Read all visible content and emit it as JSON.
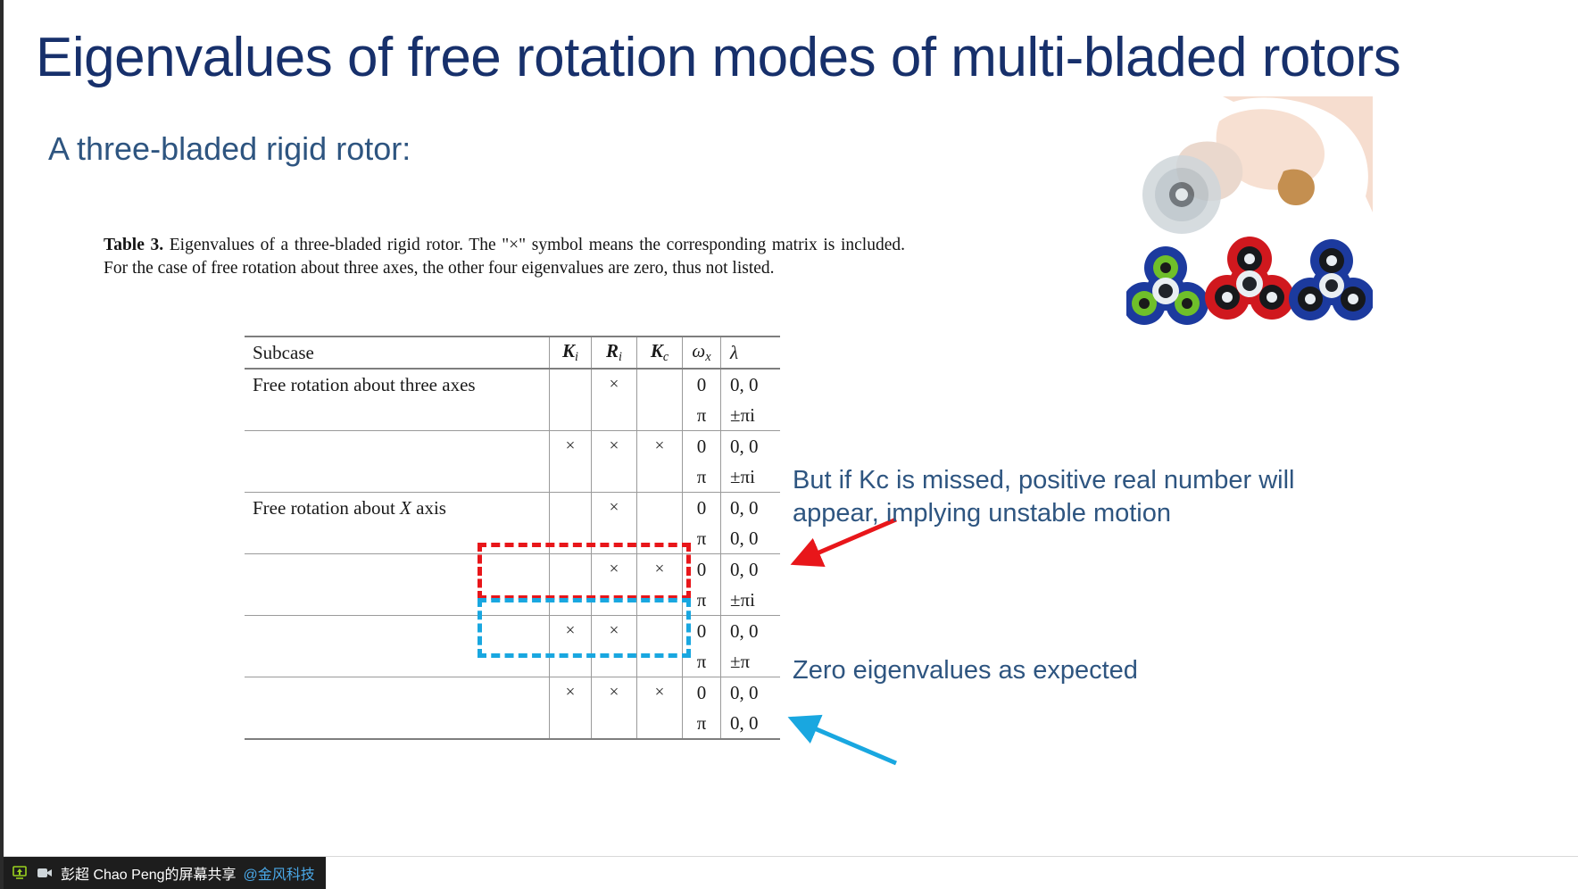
{
  "slide": {
    "title": "Eigenvalues of free rotation modes of multi-bladed rotors",
    "subtitle": "A three-bladed rigid rotor:",
    "title_color": "#17306b",
    "subtitle_color": "#2e5580"
  },
  "table_block": {
    "caption_label": "Table 3.",
    "caption_text": " Eigenvalues of a three-bladed rigid rotor. The \"×\" symbol means the corresponding matrix is included. For the case of free rotation about three axes, the other four eigenvalues are zero, thus not listed.",
    "headers": {
      "subcase": "Subcase",
      "ki": "K",
      "ki_sub": "i",
      "ri": "R",
      "ri_sub": "i",
      "kc": "K",
      "kc_sub": "c",
      "omega": "ω",
      "omega_sub": "x",
      "lambda": "λ"
    },
    "mark": "×",
    "rows": [
      {
        "subcase": "Free rotation about three axes",
        "ki": "",
        "ri": "×",
        "kc": "",
        "wx": "0",
        "lam": "0, 0",
        "group_start": true,
        "highlight": ""
      },
      {
        "subcase": "",
        "ki": "",
        "ri": "",
        "kc": "",
        "wx": "π",
        "lam": "±πi",
        "group_start": false,
        "highlight": ""
      },
      {
        "subcase": "",
        "ki": "×",
        "ri": "×",
        "kc": "×",
        "wx": "0",
        "lam": "0, 0",
        "group_start": true,
        "highlight": ""
      },
      {
        "subcase": "",
        "ki": "",
        "ri": "",
        "kc": "",
        "wx": "π",
        "lam": "±πi",
        "group_start": false,
        "highlight": ""
      },
      {
        "subcase": "Free rotation about X axis",
        "ki": "",
        "ri": "×",
        "kc": "",
        "wx": "0",
        "lam": "0, 0",
        "group_start": true,
        "highlight": ""
      },
      {
        "subcase": "",
        "ki": "",
        "ri": "",
        "kc": "",
        "wx": "π",
        "lam": "0, 0",
        "group_start": false,
        "highlight": ""
      },
      {
        "subcase": "",
        "ki": "",
        "ri": "×",
        "kc": "×",
        "wx": "0",
        "lam": "0, 0",
        "group_start": true,
        "highlight": ""
      },
      {
        "subcase": "",
        "ki": "",
        "ri": "",
        "kc": "",
        "wx": "π",
        "lam": "±πi",
        "group_start": false,
        "highlight": ""
      },
      {
        "subcase": "",
        "ki": "×",
        "ri": "×",
        "kc": "",
        "wx": "0",
        "lam": "0, 0",
        "group_start": true,
        "highlight": "red"
      },
      {
        "subcase": "",
        "ki": "",
        "ri": "",
        "kc": "",
        "wx": "π",
        "lam": "±π",
        "group_start": false,
        "highlight": "red"
      },
      {
        "subcase": "",
        "ki": "×",
        "ri": "×",
        "kc": "×",
        "wx": "0",
        "lam": "0, 0",
        "group_start": true,
        "highlight": "blue"
      },
      {
        "subcase": "",
        "ki": "",
        "ri": "",
        "kc": "",
        "wx": "π",
        "lam": "0, 0",
        "group_start": false,
        "highlight": "blue"
      }
    ],
    "subcase_x_axis_prefix": "Free rotation about ",
    "subcase_x_axis_math": "X",
    "subcase_x_axis_suffix": " axis"
  },
  "annotations": {
    "red": {
      "text": "But if Kc is missed, positive real number will appear, implying unstable motion",
      "box_color": "#e8161a",
      "arrow_color": "#e8161a"
    },
    "blue": {
      "text": "Zero eigenvalues as expected",
      "box_color": "#19a7e0",
      "arrow_color": "#19a7e0"
    }
  },
  "taskbar": {
    "share_text": "彭超 Chao Peng的屏幕共享",
    "share_handle": "@金风科技",
    "icons": [
      "screen-share-icon",
      "camera-icon"
    ]
  },
  "image": {
    "alt_name": "fidget-spinner-photo"
  }
}
